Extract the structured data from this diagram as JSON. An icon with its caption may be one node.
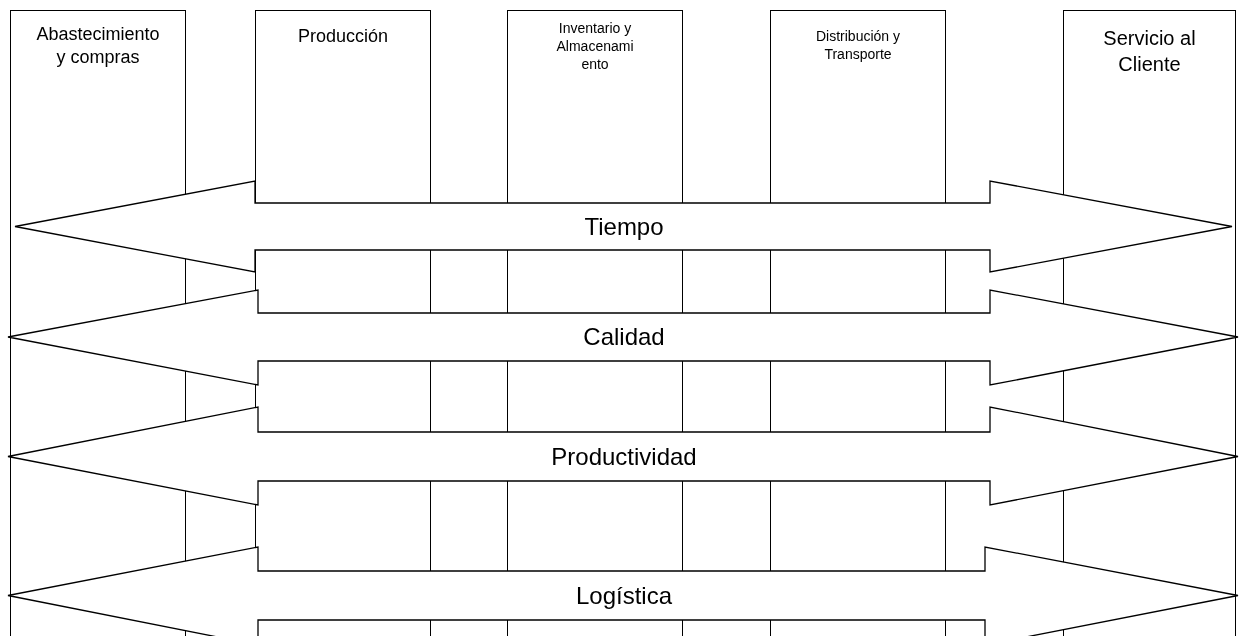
{
  "diagram": {
    "nodes": [
      {
        "text": [
          "Abastecimiento y compras"
        ]
      },
      {
        "text": [
          "Producción"
        ]
      },
      {
        "text": [
          "Inventario y Almacenamiento"
        ]
      },
      {
        "text": [
          "Distribución y Transporte"
        ]
      },
      {
        "text": [
          "Servicio al Cliente"
        ]
      },
      {
        "text": [
          "Tiempo"
        ]
      },
      {
        "text": [
          "Calidad"
        ]
      },
      {
        "text": [
          "Productividad"
        ]
      },
      {
        "text": [
          "Logística"
        ]
      }
    ]
  }
}
